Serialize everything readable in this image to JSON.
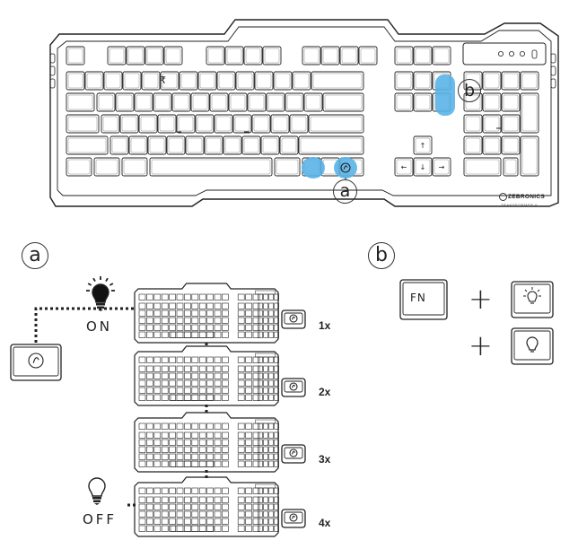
{
  "callouts": {
    "a": "a",
    "b": "b"
  },
  "keyboard": {
    "brand": "ZEBRONICS",
    "model": "TRANSFORMER-K",
    "rupee_symbol": "₹"
  },
  "section_a": {
    "label": "a",
    "on_label": "ON",
    "off_label": "OFF",
    "steps": [
      {
        "count": "1x"
      },
      {
        "count": "2x"
      },
      {
        "count": "3x"
      },
      {
        "count": "4x"
      }
    ]
  },
  "section_b": {
    "label": "b",
    "fn_key": "FN",
    "plus": "+",
    "combos": [
      {
        "icon": "bright-bulb-icon"
      },
      {
        "icon": "dim-bulb-icon"
      }
    ]
  },
  "colors": {
    "highlight": "#5AB4E8",
    "line": "#222222"
  }
}
